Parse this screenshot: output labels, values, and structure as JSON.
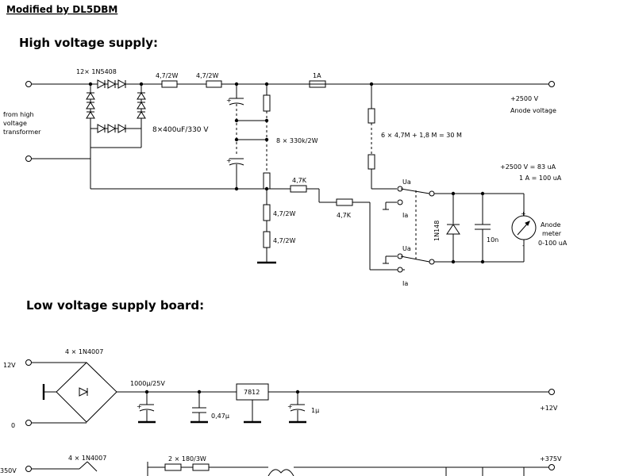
{
  "credit": "Modified by DL5DBM",
  "sections": {
    "high_voltage_title": "High voltage supply:",
    "low_voltage_title": "Low voltage supply board:"
  },
  "hv": {
    "source_label": [
      "from high",
      "voltage",
      "transformer"
    ],
    "rectifier_label": "12× 1N5408",
    "series_r1": "4,7/2W",
    "series_r2": "4,7/2W",
    "fuse": "1A",
    "caps_label": "8×400uF/330 V",
    "bleeder_label": "8 × 330k/2W",
    "divider_label": "6 × 4,7M + 1,8 M = 30 M",
    "output_voltage": "+2500 V",
    "output_caption": "Anode voltage",
    "r_47k_top": "4,7K",
    "r_47k_bottom": "4,7K",
    "r_low1": "4,7/2W",
    "r_low2": "4,7/2W",
    "switch_ua_1": "Ua",
    "switch_ia_1": "Ia",
    "switch_ua_2": "Ua",
    "switch_ia_2": "Ia",
    "diode_label": "1N148",
    "cap_label": "10n",
    "scale_line1": "+2500 V = 83 uA",
    "scale_line2": "1 A = 100 uA",
    "meter_label": [
      "Anode",
      "meter",
      "0-100 uA"
    ]
  },
  "lv": {
    "in_12v": "12V",
    "in_0": "0",
    "in_350v": "350V",
    "bridge1_label": "4 × 1N4007",
    "cap1_label": "1000µ/25V",
    "cap2_label": "0,47µ",
    "regulator": "7812",
    "cap3_label": "1µ",
    "out_12v": "+12V",
    "bridge2_label": "4 × 1N4007",
    "r_series": "2 × 180/3W",
    "out_375v": "+375V"
  }
}
